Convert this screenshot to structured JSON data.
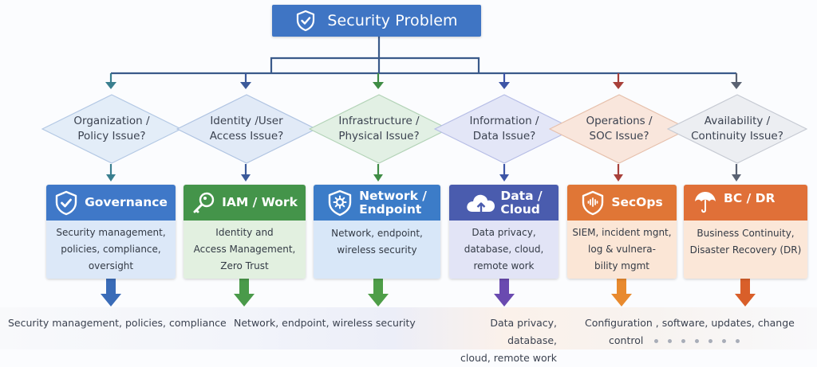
{
  "title": "Security Problem",
  "colors": {
    "title_bg": "#3f75c4",
    "connector": "#3a5a8a"
  },
  "questions": [
    {
      "line1": "Organization /",
      "line2": "Policy Issue?",
      "arrow_color": "#3a7f8f",
      "fill": "#e3edf8",
      "stroke": "#b3c8e4"
    },
    {
      "line1": "Identity /User",
      "line2": "Access Issue?",
      "arrow_color": "#3c5a9a",
      "fill": "#e1eaf7",
      "stroke": "#b0c4e2"
    },
    {
      "line1": "Infrastructure /",
      "line2": "Physical Issue?",
      "arrow_color": "#3f8c45",
      "fill": "#e2f0e4",
      "stroke": "#b3d3b7"
    },
    {
      "line1": "Information /",
      "line2": "Data Issue?",
      "arrow_color": "#3d55a6",
      "fill": "#e3e6f7",
      "stroke": "#b6bde6"
    },
    {
      "line1": "Operations /",
      "line2": "SOC Issue?",
      "arrow_color": "#a8403a",
      "fill": "#f9e6dc",
      "stroke": "#e6c0ac"
    },
    {
      "line1": "Availability /",
      "line2": "Continuity Issue?",
      "arrow_color": "#5a6272",
      "fill": "#eceef2",
      "stroke": "#c6cad3"
    }
  ],
  "cards": [
    {
      "title": "Governance",
      "icon": "shield-check-icon",
      "head_color": "#3f78c8",
      "body_color": "#dce8f8",
      "down_arrow": "#3a6cb8",
      "lines": [
        "Security management,",
        "policies, compliance,",
        "oversight"
      ]
    },
    {
      "title": "IAM / Work",
      "icon": "key-icon",
      "head_color": "#44944a",
      "body_color": "#e2f0e0",
      "down_arrow": "#4a9a4a",
      "lines": [
        "Identity and",
        "Access Management,",
        "Zero Trust"
      ]
    },
    {
      "title_l1": "Network /",
      "title_l2": "Endpoint",
      "icon": "shield-gear-icon",
      "head_color": "#3c7cc8",
      "body_color": "#d8e7f8",
      "down_arrow": "#4e9e48",
      "lines": [
        "Network, endpoint,",
        "wireless security"
      ]
    },
    {
      "title_l1": "Data /",
      "title_l2": "Cloud",
      "icon": "cloud-upload-icon",
      "head_color": "#4a5cae",
      "body_color": "#e2e4f6",
      "down_arrow": "#6a4ab0",
      "lines": [
        "Data privacy,",
        "database, cloud,",
        "remote work"
      ]
    },
    {
      "title": "SecOps",
      "icon": "shield-signal-icon",
      "head_color": "#e07636",
      "body_color": "#fbe6d6",
      "down_arrow": "#e88a2e",
      "lines": [
        "SIEM, incident mgnt,",
        "log & vulnera-",
        "bility mgmt"
      ]
    },
    {
      "title": "BC / DR",
      "icon": "umbrella-icon",
      "head_color": "#e07038",
      "body_color": "#fbe7d8",
      "down_arrow": "#d95f2a",
      "lines": [
        "Business Continuity,",
        "Disaster Recovery (DR)"
      ]
    }
  ],
  "outcomes": [
    {
      "lines": [
        "Security management, policies, compliance"
      ]
    },
    {
      "lines": [
        "Network, endpoint, wireless security"
      ]
    },
    {
      "lines": [
        "Data privacy, database,",
        "cloud, remote work"
      ]
    },
    {
      "lines": [
        "Configuration ,  software, updates, change",
        "control"
      ],
      "dots": 7
    }
  ]
}
